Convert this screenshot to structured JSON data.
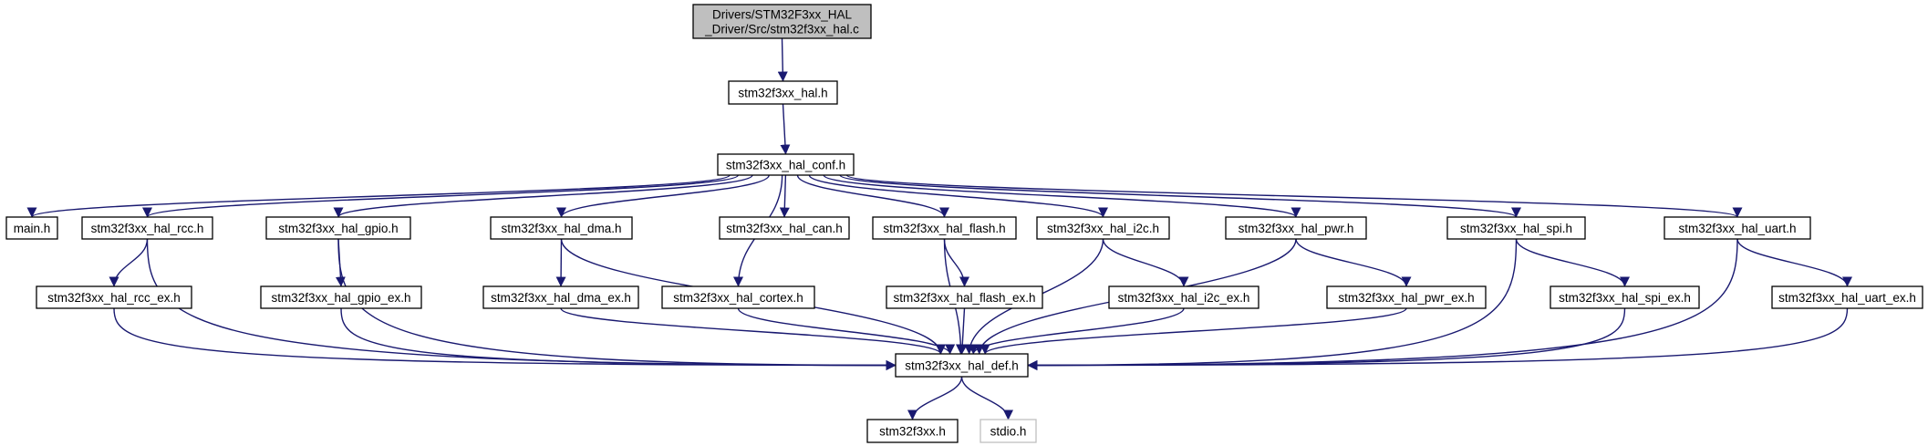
{
  "diagram": {
    "type": "include-dependency-graph",
    "colors": {
      "edge": "#191970",
      "root_fill": "#bfbfbf",
      "node_border": "#000000",
      "external_border": "#bfbfbf",
      "background": "#ffffff"
    },
    "nodes": [
      {
        "id": "root",
        "label_lines": [
          "Drivers/STM32F3xx_HAL",
          "_Driver/Src/stm32f3xx_hal.c"
        ],
        "kind": "root"
      },
      {
        "id": "hal",
        "label_lines": [
          "stm32f3xx_hal.h"
        ]
      },
      {
        "id": "conf",
        "label_lines": [
          "stm32f3xx_hal_conf.h"
        ]
      },
      {
        "id": "main",
        "label_lines": [
          "main.h"
        ]
      },
      {
        "id": "rcc",
        "label_lines": [
          "stm32f3xx_hal_rcc.h"
        ]
      },
      {
        "id": "gpio",
        "label_lines": [
          "stm32f3xx_hal_gpio.h"
        ]
      },
      {
        "id": "dma",
        "label_lines": [
          "stm32f3xx_hal_dma.h"
        ]
      },
      {
        "id": "can",
        "label_lines": [
          "stm32f3xx_hal_can.h"
        ]
      },
      {
        "id": "flash",
        "label_lines": [
          "stm32f3xx_hal_flash.h"
        ]
      },
      {
        "id": "i2c",
        "label_lines": [
          "stm32f3xx_hal_i2c.h"
        ]
      },
      {
        "id": "pwr",
        "label_lines": [
          "stm32f3xx_hal_pwr.h"
        ]
      },
      {
        "id": "spi",
        "label_lines": [
          "stm32f3xx_hal_spi.h"
        ]
      },
      {
        "id": "uart",
        "label_lines": [
          "stm32f3xx_hal_uart.h"
        ]
      },
      {
        "id": "rcc_ex",
        "label_lines": [
          "stm32f3xx_hal_rcc_ex.h"
        ]
      },
      {
        "id": "gpio_ex",
        "label_lines": [
          "stm32f3xx_hal_gpio_ex.h"
        ]
      },
      {
        "id": "dma_ex",
        "label_lines": [
          "stm32f3xx_hal_dma_ex.h"
        ]
      },
      {
        "id": "cortex",
        "label_lines": [
          "stm32f3xx_hal_cortex.h"
        ]
      },
      {
        "id": "flash_ex",
        "label_lines": [
          "stm32f3xx_hal_flash_ex.h"
        ]
      },
      {
        "id": "i2c_ex",
        "label_lines": [
          "stm32f3xx_hal_i2c_ex.h"
        ]
      },
      {
        "id": "pwr_ex",
        "label_lines": [
          "stm32f3xx_hal_pwr_ex.h"
        ]
      },
      {
        "id": "spi_ex",
        "label_lines": [
          "stm32f3xx_hal_spi_ex.h"
        ]
      },
      {
        "id": "uart_ex",
        "label_lines": [
          "stm32f3xx_hal_uart_ex.h"
        ]
      },
      {
        "id": "def",
        "label_lines": [
          "stm32f3xx_hal_def.h"
        ]
      },
      {
        "id": "f3xx",
        "label_lines": [
          "stm32f3xx.h"
        ]
      },
      {
        "id": "stdio",
        "label_lines": [
          "stdio.h"
        ],
        "kind": "external"
      }
    ],
    "edges": [
      [
        "root",
        "hal"
      ],
      [
        "hal",
        "conf"
      ],
      [
        "conf",
        "main"
      ],
      [
        "conf",
        "rcc"
      ],
      [
        "conf",
        "gpio"
      ],
      [
        "conf",
        "dma"
      ],
      [
        "conf",
        "cortex"
      ],
      [
        "conf",
        "can"
      ],
      [
        "conf",
        "flash"
      ],
      [
        "conf",
        "i2c"
      ],
      [
        "conf",
        "pwr"
      ],
      [
        "conf",
        "spi"
      ],
      [
        "conf",
        "uart"
      ],
      [
        "rcc",
        "rcc_ex"
      ],
      [
        "rcc",
        "def"
      ],
      [
        "rcc_ex",
        "def"
      ],
      [
        "gpio",
        "gpio_ex"
      ],
      [
        "gpio",
        "def"
      ],
      [
        "gpio_ex",
        "def"
      ],
      [
        "dma",
        "dma_ex"
      ],
      [
        "dma",
        "def"
      ],
      [
        "dma_ex",
        "def"
      ],
      [
        "cortex",
        "def"
      ],
      [
        "flash",
        "flash_ex"
      ],
      [
        "flash",
        "def"
      ],
      [
        "flash_ex",
        "def"
      ],
      [
        "i2c",
        "i2c_ex"
      ],
      [
        "i2c",
        "def"
      ],
      [
        "i2c_ex",
        "def"
      ],
      [
        "pwr",
        "pwr_ex"
      ],
      [
        "pwr",
        "def"
      ],
      [
        "pwr_ex",
        "def"
      ],
      [
        "spi",
        "spi_ex"
      ],
      [
        "spi",
        "def"
      ],
      [
        "spi_ex",
        "def"
      ],
      [
        "uart",
        "uart_ex"
      ],
      [
        "uart",
        "def"
      ],
      [
        "uart_ex",
        "def"
      ],
      [
        "def",
        "f3xx"
      ],
      [
        "def",
        "stdio"
      ]
    ]
  }
}
